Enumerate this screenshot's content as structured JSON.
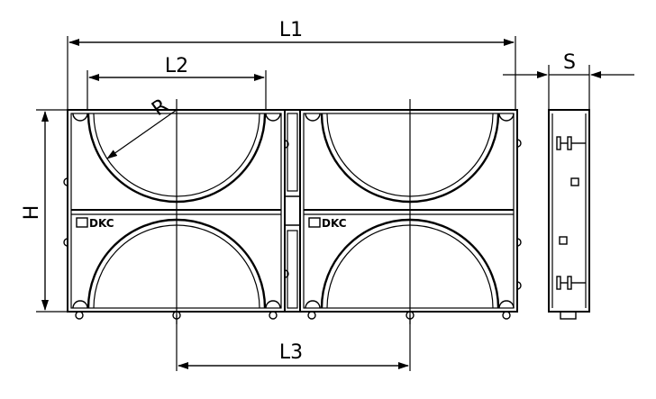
{
  "drawing": {
    "labels": {
      "l1": "L1",
      "l2": "L2",
      "l3": "L3",
      "r": "R",
      "h": "H",
      "s": "S"
    },
    "logo_text": "DKC"
  }
}
